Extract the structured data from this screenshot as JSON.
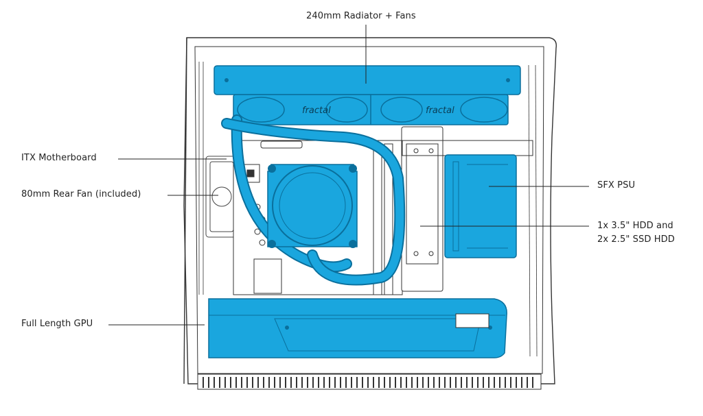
{
  "diagram": {
    "colors": {
      "component_fill": "#1aa6de",
      "component_dark": "#0a6f9c",
      "line": "#222222",
      "case_stroke": "#333333",
      "label_text": "#222222"
    },
    "labels": {
      "radiator": "240mm Radiator + Fans",
      "motherboard": "ITX Motherboard",
      "rear_fan": "80mm Rear Fan (included)",
      "gpu": "Full Length GPU",
      "psu": "SFX PSU",
      "hdd_line1": "1x 3.5\" HDD and",
      "hdd_line2": "2x 2.5\" SSD HDD"
    },
    "fan_brand_marks": [
      "fractal",
      "fractal"
    ]
  }
}
